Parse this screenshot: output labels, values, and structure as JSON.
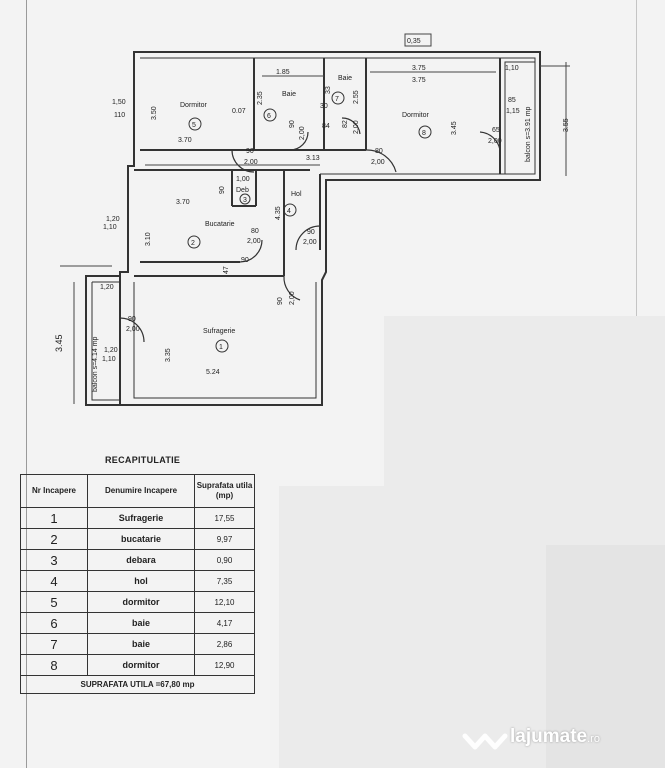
{
  "plan": {
    "rooms": [
      {
        "nr": "5",
        "name": "Dormitor",
        "w": "3.70",
        "h": "3.50"
      },
      {
        "nr": "6",
        "name": "Baie"
      },
      {
        "nr": "7",
        "name": "Baie"
      },
      {
        "nr": "8",
        "name": "Dormitor",
        "w": "3.75",
        "h": "3.45"
      },
      {
        "nr": "3",
        "name": "Deb"
      },
      {
        "nr": "4",
        "name": "Hol"
      },
      {
        "nr": "2",
        "name": "Bucatarie",
        "w": "3.70",
        "h": "3.10"
      },
      {
        "nr": "1",
        "name": "Sufragerie",
        "w": "5.24",
        "h": "3.35"
      }
    ],
    "balconies": [
      {
        "label": "balcon s=3.91 mp"
      },
      {
        "label": "balcon s=4.14 mp"
      }
    ],
    "dims": {
      "top_035": "0,35",
      "d_185": "1.85",
      "d_375": "3.75",
      "d_110a": "1,10",
      "d_150": "1,50",
      "d_110b": "110",
      "d_007": "0.07",
      "d_235": "2.35",
      "d_255": "2.55",
      "d_033": "33",
      "d_030": "30",
      "d_084": "84",
      "d_090a": "90",
      "d_200a": "2,00",
      "d_082": "82",
      "d_200b": "2.00",
      "d_085": "85",
      "d_115": "1,15",
      "d_065": "65",
      "d_200c": "2,00",
      "d_355": "3.55",
      "d_090b": "90",
      "d_200d": "2,00",
      "d_313": "3.13",
      "d_080a": "80",
      "d_200e": "2,00",
      "d_100": "1,00",
      "d_090c": "90",
      "d_435": "4.35",
      "d_120a": "1,20",
      "d_110c": "1,10",
      "d_080b": "80",
      "d_200f": "2,00",
      "d_090d": "90",
      "d_200g": "2,00",
      "d_090e": "90",
      "d_047": "47",
      "d_120b": "1,20",
      "d_090f": "90",
      "d_200h": "2,00",
      "d_090g": "90",
      "d_200i": "2,00",
      "d_345": "3.45",
      "d_120c": "1,20",
      "d_110d": "1,10"
    }
  },
  "recap": {
    "title": "RECAPITULATIE",
    "headers": {
      "nr": "Nr Incapere",
      "name": "Denumire Incapere",
      "area": "Suprafata utila (mp)"
    },
    "rows": [
      {
        "nr": "1",
        "name": "Sufragerie",
        "area": "17,55"
      },
      {
        "nr": "2",
        "name": "bucatarie",
        "area": "9,97"
      },
      {
        "nr": "3",
        "name": "debara",
        "area": "0,90"
      },
      {
        "nr": "4",
        "name": "hol",
        "area": "7,35"
      },
      {
        "nr": "5",
        "name": "dormitor",
        "area": "12,10"
      },
      {
        "nr": "6",
        "name": "baie",
        "area": "4,17"
      },
      {
        "nr": "7",
        "name": "baie",
        "area": "2,86"
      },
      {
        "nr": "8",
        "name": "dormitor",
        "area": "12,90"
      }
    ],
    "total": "SUPRAFATA UTILA =67,80 mp"
  },
  "watermark": {
    "brand": "lajumate",
    "tld": ".ro"
  }
}
